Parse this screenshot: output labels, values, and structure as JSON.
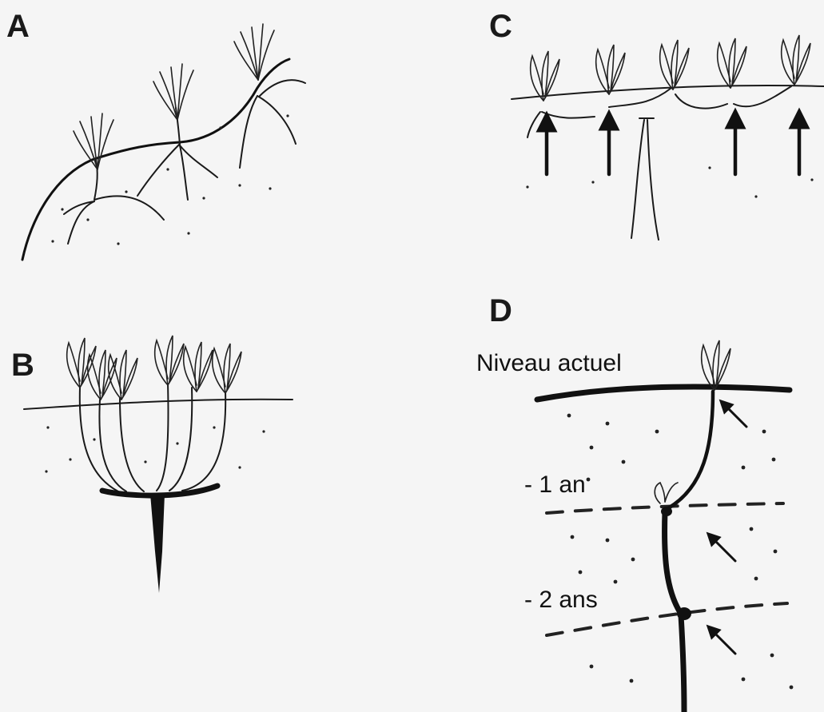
{
  "panels": {
    "a": {
      "letter": "A"
    },
    "b": {
      "letter": "B"
    },
    "c": {
      "letter": "C"
    },
    "d": {
      "letter": "D",
      "current_level_label": "Niveau actuel",
      "one_year_label": "- 1 an",
      "two_years_label": "- 2 ans"
    }
  },
  "colors": {
    "ink": "#111111",
    "background": "#f5f5f5"
  }
}
